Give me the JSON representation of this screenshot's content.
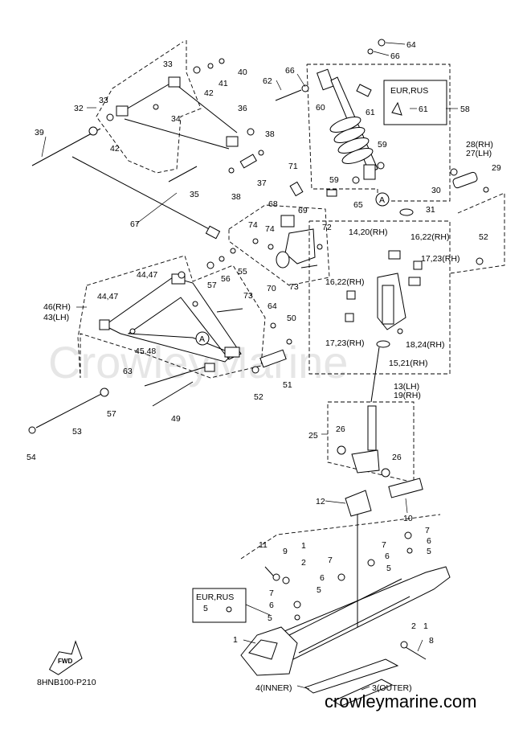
{
  "watermark": "CrowleyMarine",
  "site": "crowleymarine.com",
  "figure_code": "8HNB100-P210",
  "fwd": "FWD",
  "callouts": {
    "a": "A",
    "b": "A"
  },
  "boxes": {
    "top_right": "EUR,RUS",
    "bottom_left": "EUR,RUS"
  },
  "labels": {
    "l64": "64",
    "l66a": "66",
    "l66b": "66",
    "l62": "62",
    "l60": "60",
    "l61a": "61",
    "l61b": "61",
    "l58": "58",
    "l59a": "59",
    "l59b": "59",
    "l65": "65",
    "l40": "40",
    "l41": "41",
    "l42a": "42",
    "l33a": "33",
    "l33b": "33",
    "l32": "32",
    "l34": "34",
    "l36": "36",
    "l38a": "38",
    "l37": "37",
    "l38b": "38",
    "l39": "39",
    "l42b": "42",
    "l35": "35",
    "l67": "67",
    "l71": "71",
    "l68": "68",
    "l69": "69",
    "l74a": "74",
    "l74b": "74",
    "l72": "72",
    "l55": "55",
    "l56": "56",
    "l57a": "57",
    "l70": "70",
    "l73a": "73",
    "l4447a": "44,47",
    "l4447b": "44,47",
    "l46": "46(RH)",
    "l43": "43(LH)",
    "l73b": "73",
    "l64b": "64",
    "l50": "50",
    "l4548": "45,48",
    "l63": "63",
    "l51": "51",
    "l52a": "52",
    "l57b": "57",
    "l49": "49",
    "l53": "53",
    "l54": "54",
    "l31": "31",
    "l28": "28(RH)",
    "l27": "27(LH)",
    "l29": "29",
    "l30": "30",
    "l1420": "14,20(RH)",
    "l1622a": "16,22(RH)",
    "l1723a": "17,23(RH)",
    "l52b": "52",
    "l1622b": "16,22(RH)",
    "l1723b": "17,23(RH)",
    "l1824": "18,24(RH)",
    "l1521": "15,21(RH)",
    "l13": "13(LH)",
    "l19": "19(RH)",
    "l25": "25",
    "l26a": "26",
    "l26b": "26",
    "l12": "12",
    "l10": "10",
    "l11": "11",
    "l9": "9",
    "l1a": "1",
    "l2a": "2",
    "l7a": "7",
    "l6a": "6",
    "l5a": "5",
    "l7b": "7",
    "l6b": "6",
    "l5b": "5",
    "l7c": "7",
    "l6c": "6",
    "l5c": "5",
    "l7d": "7",
    "l6d": "6",
    "l5d": "5",
    "l5e": "5",
    "l1b": "1",
    "l2b": "2",
    "l1c": "1",
    "l8": "8",
    "l4": "4(INNER)",
    "l3": "3(OUTER)"
  }
}
